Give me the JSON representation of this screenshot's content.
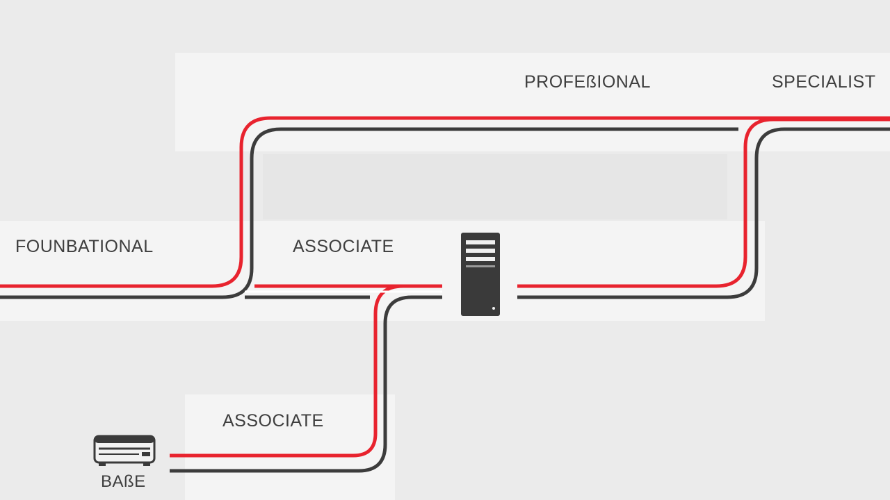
{
  "diagram": {
    "colors": {
      "background": "#ebebeb",
      "panel": "#f4f4f4",
      "track_red": "#e8232e",
      "track_dark": "#3c3c3c",
      "icon": "#3a3a3a"
    },
    "levels": {
      "foundational": "FOUNBATIONAL",
      "associate_mid": "ASSOCIATE",
      "associate_low": "ASSOCIATE",
      "professional": "PROFEßIONAL",
      "specialist": "SPECIALIST"
    },
    "base_node": {
      "label": "BAßE",
      "icon": "hardware-device-icon"
    },
    "server_node": {
      "icon": "server-tower-icon"
    }
  }
}
